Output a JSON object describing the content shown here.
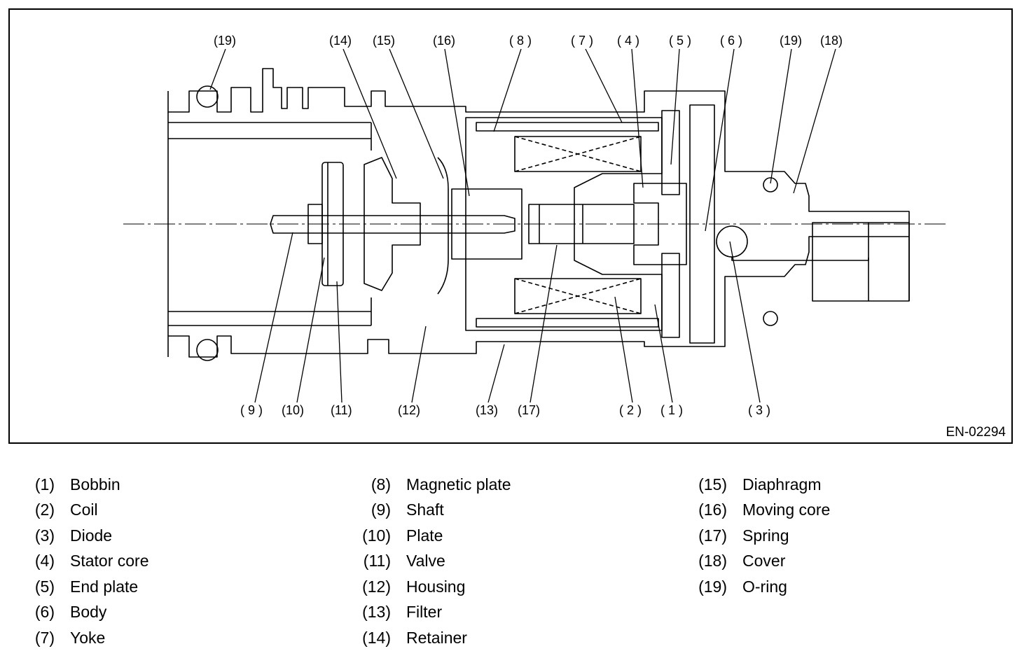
{
  "diagram": {
    "code": "EN-02294",
    "callouts": {
      "c19a": "(19)",
      "c14": "(14)",
      "c15": "(15)",
      "c16": "(16)",
      "c8": "( 8 )",
      "c7": "( 7 )",
      "c4": "( 4 )",
      "c5": "( 5 )",
      "c6": "( 6 )",
      "c19b": "(19)",
      "c18": "(18)",
      "c9": "( 9 )",
      "c10": "(10)",
      "c11": "(11)",
      "c12": "(12)",
      "c13": "(13)",
      "c17": "(17)",
      "c2": "( 2 )",
      "c1": "( 1 )",
      "c3": "( 3 )"
    }
  },
  "legend": [
    [
      {
        "num": "(1)",
        "name": "Bobbin"
      },
      {
        "num": "(2)",
        "name": "Coil"
      },
      {
        "num": "(3)",
        "name": "Diode"
      },
      {
        "num": "(4)",
        "name": "Stator core"
      },
      {
        "num": "(5)",
        "name": "End plate"
      },
      {
        "num": "(6)",
        "name": "Body"
      },
      {
        "num": "(7)",
        "name": "Yoke"
      }
    ],
    [
      {
        "num": "(8)",
        "name": "Magnetic plate"
      },
      {
        "num": "(9)",
        "name": "Shaft"
      },
      {
        "num": "(10)",
        "name": "Plate"
      },
      {
        "num": "(11)",
        "name": "Valve"
      },
      {
        "num": "(12)",
        "name": "Housing"
      },
      {
        "num": "(13)",
        "name": "Filter"
      },
      {
        "num": "(14)",
        "name": "Retainer"
      }
    ],
    [
      {
        "num": "(15)",
        "name": "Diaphragm"
      },
      {
        "num": "(16)",
        "name": "Moving core"
      },
      {
        "num": "(17)",
        "name": "Spring"
      },
      {
        "num": "(18)",
        "name": "Cover"
      },
      {
        "num": "(19)",
        "name": "O-ring"
      }
    ]
  ]
}
